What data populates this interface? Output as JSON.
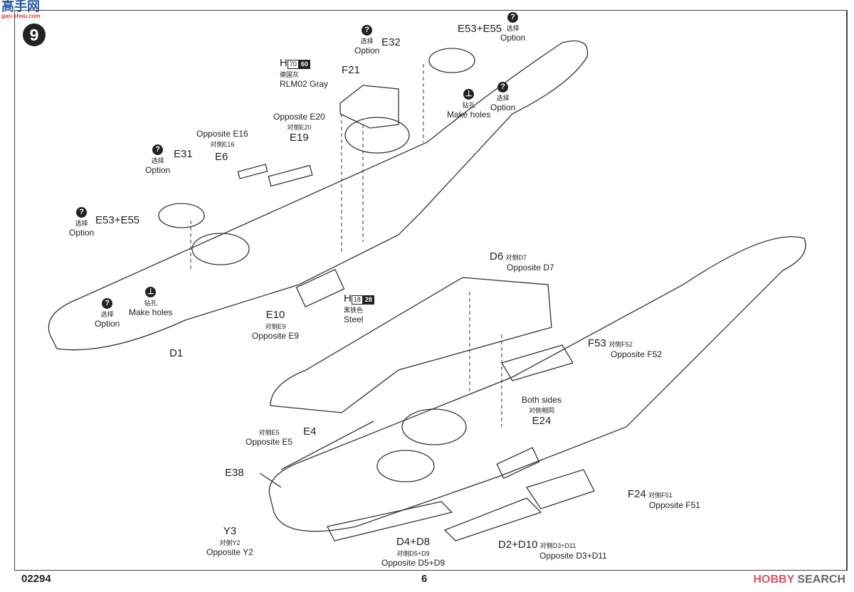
{
  "watermark": {
    "logo_text": "高手网",
    "logo_url_text": "gao-shou.com"
  },
  "step_number": "9",
  "paints": [
    {
      "code": "H",
      "boxes": [
        "70",
        "60"
      ],
      "cn": "德国灰",
      "en": "RLM02 Gray"
    },
    {
      "code": "H",
      "boxes": [
        "18",
        "28"
      ],
      "cn": "黑铁色",
      "en": "Steel"
    }
  ],
  "option": {
    "cn": "选择",
    "en": "Option",
    "icon": "question-icon"
  },
  "make_holes": {
    "cn": "钻孔",
    "en": "Make holes",
    "icon": "drill-icon"
  },
  "parts": {
    "E32": "E32",
    "E53_E55": "E53+E55",
    "F21": "F21",
    "E31": "E31",
    "E6": "E6",
    "E19": "E19",
    "E10": "E10",
    "D1": "D1",
    "D6": "D6",
    "F53": "F53",
    "E24": "E24",
    "E4": "E4",
    "E38": "E38",
    "Y3": "Y3",
    "D4_D8": "D4+D8",
    "D2_D10": "D2+D10",
    "F24": "F24"
  },
  "notes": {
    "opp_E16_en": "Opposite E16",
    "opp_E16_cn": "对侧E16",
    "opp_E20_en": "Opposite E20",
    "opp_E20_cn": "对侧E20",
    "opp_E9_cn": "对侧E9",
    "opp_E9_en": "Opposite E9",
    "opp_D7_cn": "对侧D7",
    "opp_D7_en": "Opposite D7",
    "opp_F52_cn": "对侧F52",
    "opp_F52_en": "Opposite F52",
    "both_en": "Both sides",
    "both_cn": "对侧相同",
    "opp_E5_cn": "对侧E5",
    "opp_E5_en": "Opposite E5",
    "opp_F51_cn": "对侧F51",
    "opp_F51_en": "Opposite F51",
    "opp_Y2_cn": "对侧Y2",
    "opp_Y2_en": "Opposite Y2",
    "opp_D5D9_cn": "对侧D5+D9",
    "opp_D5D9_en": "Opposite D5+D9",
    "opp_D3D11_cn": "对侧D3+D11",
    "opp_D3D11_en": "Opposite D3+D11"
  },
  "footer": {
    "code": "02294",
    "page": "6",
    "brand_a": "HOBBY",
    "brand_b": " SEARCH"
  }
}
